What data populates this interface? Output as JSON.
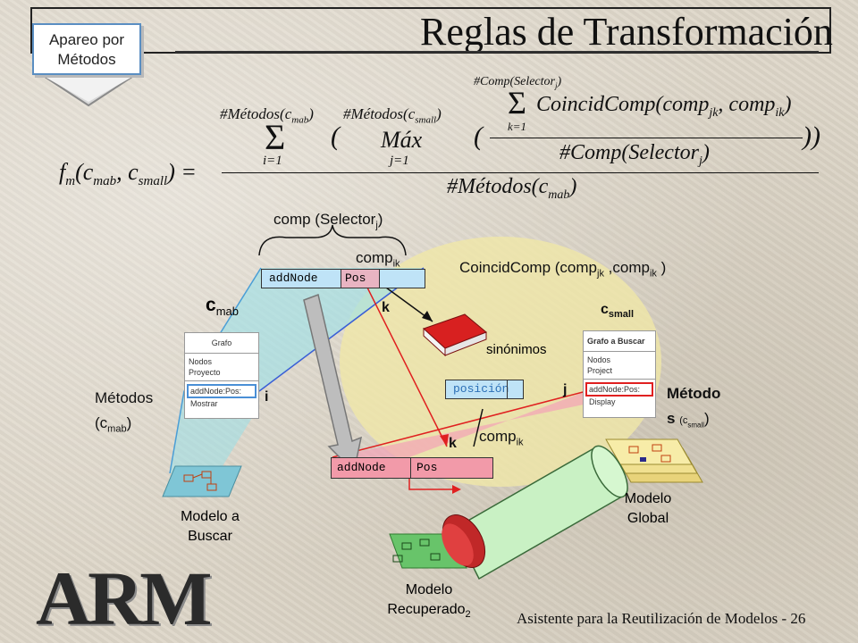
{
  "slide": {
    "title": "Reglas de Transformación",
    "badge_line1": "Apareo por",
    "badge_line2": "Métodos",
    "footer": "Asistente para la Reutilización de Modelos - 26",
    "logo": "ARM"
  },
  "formula": {
    "lhs": "f",
    "lhs_sub": "m",
    "lhs_args": "(c",
    "mab": "mab",
    "comma_c": ", c",
    "small": "small",
    "close_eq": ") =",
    "sum_top": "#Métodos(c",
    "sum_top_end": ")",
    "sum_bottom": "i=1",
    "max_top": "#Métodos(c",
    "max_bottom": "j=1",
    "max_word": "Máx",
    "inner_sum_top": "#Comp(Selector",
    "inner_sum_bottom": "k=1",
    "inner_num": "CoincidComp(comp",
    "jk": "jk",
    "comma_comp": ", comp",
    "ik": "ik",
    "inner_den": "#Comp(Selector",
    "j": "j",
    "outer_den": "#Métodos(c",
    "open_paren": "(",
    "close_parens": "))"
  },
  "labels": {
    "comp_selector": "comp (Selector",
    "comp_selector_sub": "j",
    "comp_ik_top": "comp",
    "ik": "ik",
    "coincid": "CoincidComp (comp",
    "coincid_jk": "jk",
    "coincid_mid": " ,comp",
    "coincid_ik": "ik",
    "coincid_end": " )",
    "cmab_c": "c",
    "cmab_sub": "mab",
    "csmall_c": "c",
    "csmall_sub": "small",
    "k1": "k",
    "k2": "k",
    "i": "i",
    "j": "j",
    "sinonimos": "sinónimos",
    "comp_ik_bottom": "comp",
    "metodos_left_1": "Métodos",
    "metodos_left_2": "(c",
    "metodos_left_sub": "mab",
    "metodos_left_end": ")",
    "metodo_right_1": "Método",
    "metodo_right_2": "s",
    "metodo_right_sub": "(c",
    "metodo_right_subsub": "small",
    "metodo_right_end": ")",
    "modelo_buscar_1": "Modelo a",
    "modelo_buscar_2": "Buscar",
    "modelo_global_1": "Modelo",
    "modelo_global_2": "Global",
    "modelo_rec_1": "Modelo",
    "modelo_rec_2": "Recuperado",
    "modelo_rec_sub": "2"
  },
  "boxes": {
    "top_name": "addNode",
    "top_type": "Pos",
    "mid_word": "posición",
    "bottom_name": "addNode",
    "bottom_type": "Pos"
  },
  "panel_left": {
    "title": "Grafo",
    "items": [
      "Nodos",
      "Proyecto"
    ],
    "methods": [
      "addNode:Pos:",
      "Mostrar"
    ]
  },
  "panel_right": {
    "title": "Grafo a Buscar",
    "items": [
      "Nodos",
      "Project"
    ],
    "methods": [
      "addNode:Pos:",
      "Display"
    ]
  },
  "colors": {
    "cyan_beam": "#9fe0e6",
    "yellow_ellipse": "#f0e7a8",
    "pink_beam": "#f4a3b6",
    "cylinder_green": "#c9f1c4",
    "cylinder_cap": "#d63a3a",
    "box_blue": "#bfe3f7",
    "arrow_red": "#e02020"
  }
}
